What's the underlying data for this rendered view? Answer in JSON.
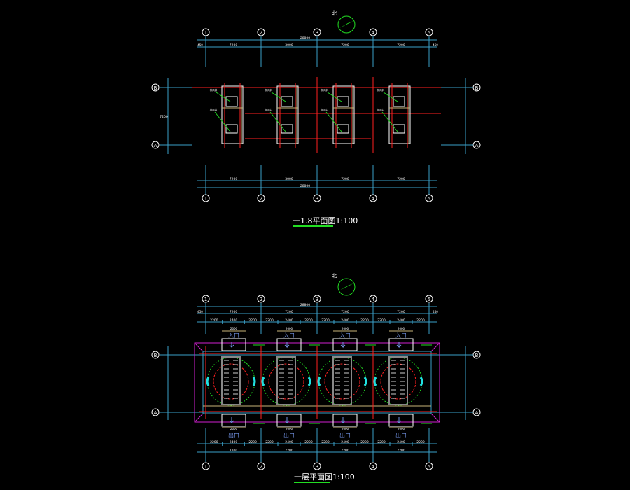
{
  "north_label": "北",
  "axes_x": [
    "1",
    "2",
    "3",
    "4",
    "5"
  ],
  "axes_y": [
    "A",
    "B"
  ],
  "top_plan": {
    "title": "一1.8平面图1:100",
    "dims_total": "28800",
    "dims_bays": [
      "7200",
      "3000",
      "7200",
      "7200"
    ],
    "dims_edge": [
      "450",
      "450"
    ],
    "dims_side": [
      "7200"
    ]
  },
  "bottom_plan": {
    "title": "一层平面图1:100",
    "dims_total": "28800",
    "dims_bays": [
      "7200",
      "7200",
      "7200",
      "7200"
    ],
    "dims_detail": [
      "2200",
      "2400",
      "2200",
      "2200",
      "2400",
      "2200",
      "2200",
      "2400",
      "2200",
      "2200",
      "2400",
      "2200"
    ],
    "entry_label": "入口",
    "exit_label": "出口",
    "entry_dim": "2000"
  },
  "colors": {
    "grid": "#3aa0c8",
    "wall": "#ffffff",
    "axis_red": "#ff2020",
    "green": "#22dd22",
    "magenta": "#d020d0",
    "cyan": "#20e0e0",
    "tan": "#c8b478"
  }
}
